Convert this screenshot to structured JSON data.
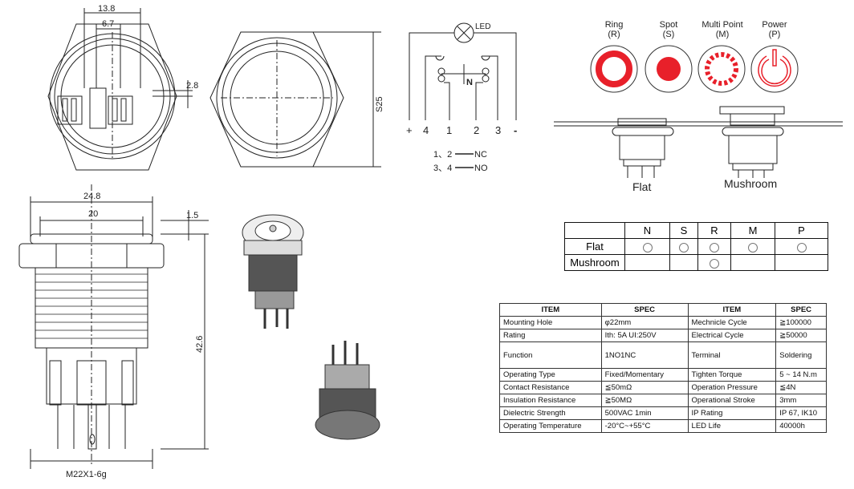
{
  "dimensions": {
    "top_width": "13.8",
    "inner_width": "6.7",
    "offset": "2.8",
    "hex_size": "S25",
    "body_width": "24.8",
    "thread_width": "20",
    "bezel_height": "1.5",
    "total_length": "42.6",
    "thread": "M22X1-6g"
  },
  "wiring": {
    "led_label": "LED",
    "n_label": "N",
    "terminals": [
      "+",
      "4",
      "1",
      "2",
      "3",
      "-"
    ],
    "legend": [
      {
        "pins": "1、2",
        "type": "NC"
      },
      {
        "pins": "3、4",
        "type": "NO"
      }
    ]
  },
  "illumination": [
    {
      "name": "Ring",
      "code": "(R)"
    },
    {
      "name": "Spot",
      "code": "(S)"
    },
    {
      "name": "Multi Point",
      "code": "(M)"
    },
    {
      "name": "Power",
      "code": "(P)"
    }
  ],
  "accent_color": "#e8202a",
  "head_types": [
    "Flat",
    "Mushroom"
  ],
  "options_table": {
    "columns": [
      "N",
      "S",
      "R",
      "M",
      "P"
    ],
    "rows": [
      {
        "label": "Flat",
        "available": [
          true,
          true,
          true,
          true,
          true
        ]
      },
      {
        "label": "Mushroom",
        "available": [
          false,
          false,
          true,
          false,
          false
        ]
      }
    ]
  },
  "spec_table": {
    "headers": [
      "ITEM",
      "SPEC",
      "ITEM",
      "SPEC"
    ],
    "rows": [
      [
        "Mounting Hole",
        "φ22mm",
        "Mechnicle Cycle",
        "≧100000"
      ],
      [
        "Rating",
        "Ith: 5A UI:250V",
        "Electrical Cycle",
        "≧50000"
      ],
      [
        "Function",
        "1NO1NC",
        "Terminal",
        "Soldering"
      ],
      [
        "Operating Type",
        "Fixed/Momentary",
        "Tighten Torque",
        "5 ~ 14 N.m"
      ],
      [
        "Contact Resistance",
        "≦50mΩ",
        "Operation Pressure",
        "≦4N"
      ],
      [
        "Insulation Resistance",
        "≧50MΩ",
        "Operational Stroke",
        "3mm"
      ],
      [
        "Dielectric Strength",
        "500VAC 1min",
        "IP Rating",
        "IP 67, IK10"
      ],
      [
        "Operating Temperature",
        "-20°C~+55°C",
        "LED Life",
        "40000h"
      ]
    ]
  }
}
